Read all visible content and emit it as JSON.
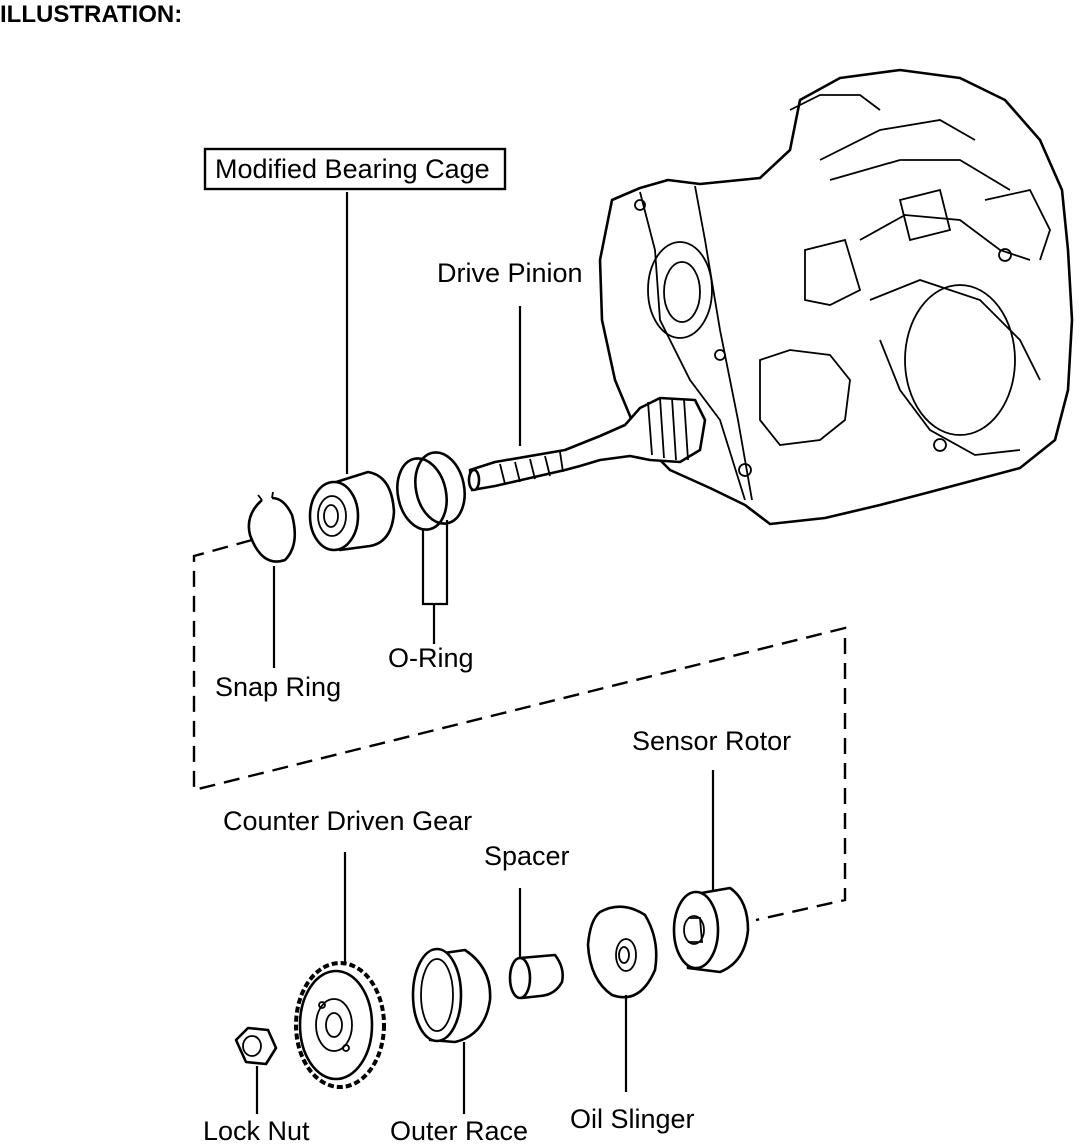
{
  "heading": "ILLUSTRATION:",
  "labels": {
    "modified_bearing_cage": "Modified Bearing Cage",
    "drive_pinion": "Drive Pinion",
    "snap_ring": "Snap Ring",
    "o_ring": "O-Ring",
    "sensor_rotor": "Sensor Rotor",
    "counter_driven_gear": "Counter Driven Gear",
    "spacer": "Spacer",
    "lock_nut": "Lock Nut",
    "outer_race": "Outer Race",
    "oil_slinger": "Oil Slinger"
  }
}
